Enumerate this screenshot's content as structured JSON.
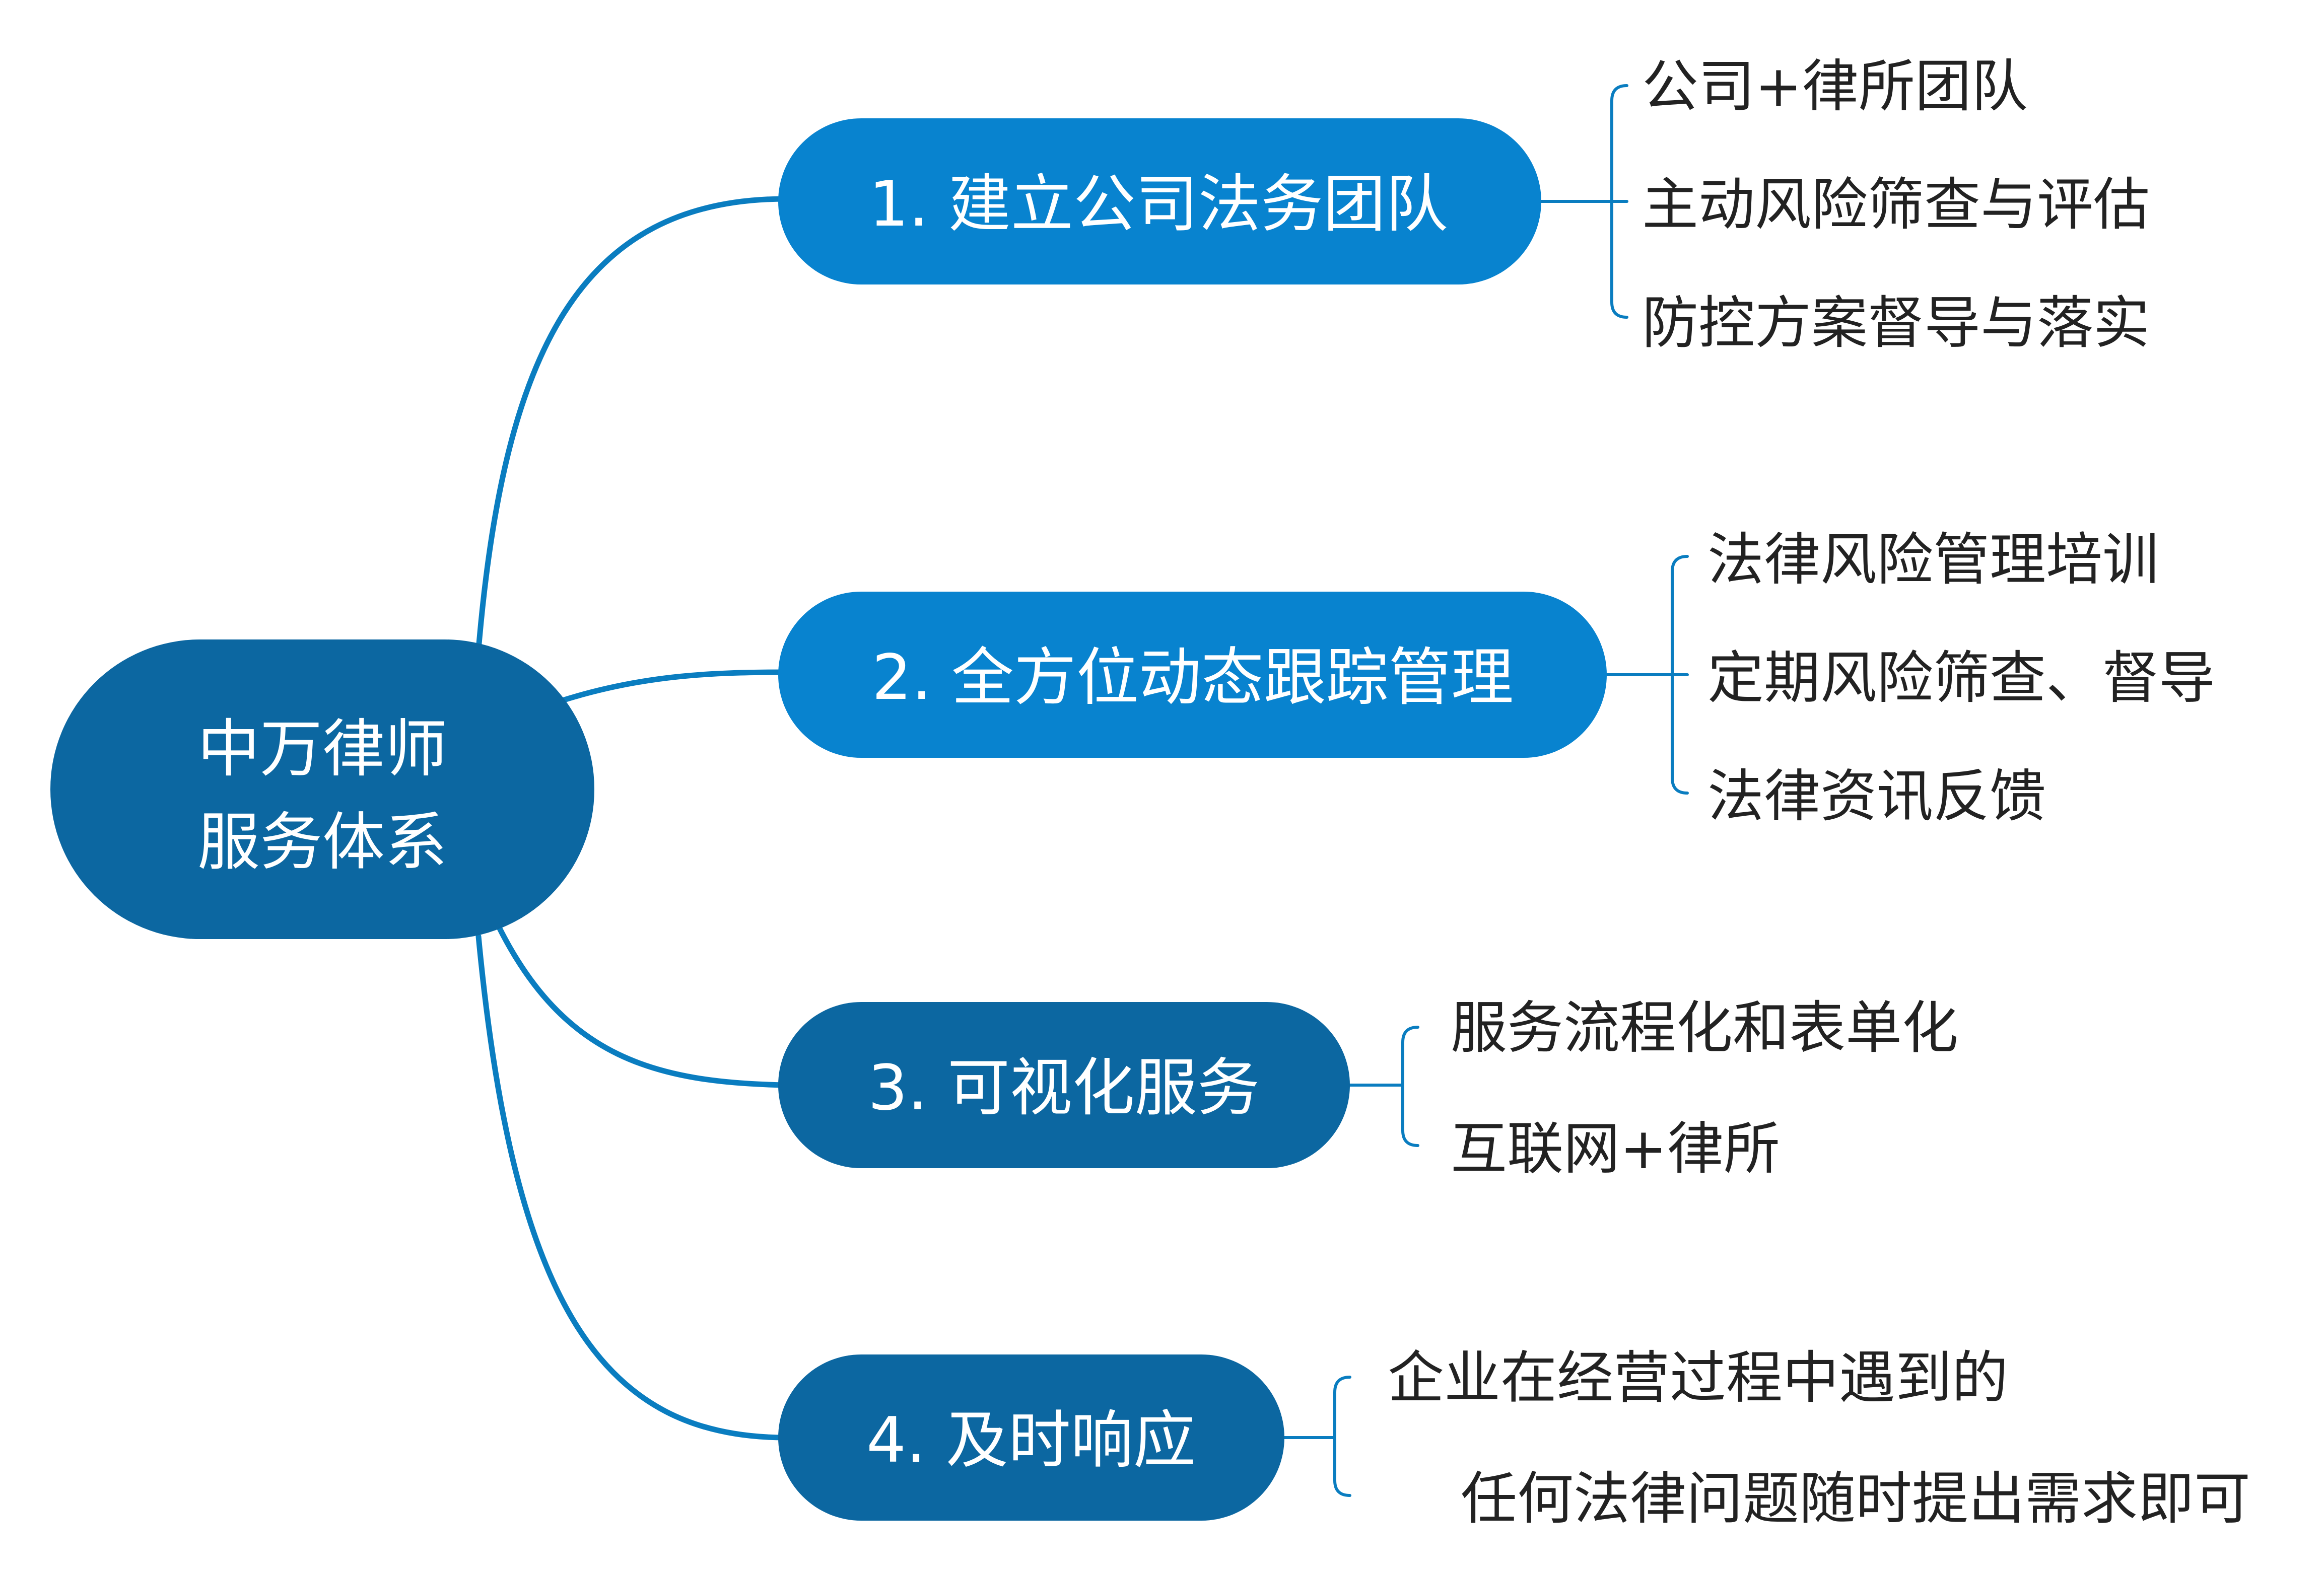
{
  "root": {
    "lines": [
      "中万律师",
      "服务体系"
    ],
    "color": "#0c67a1"
  },
  "colors": {
    "branch_fill": "#0883cf",
    "line": "#0a7dc0",
    "leaf_text": "#222222"
  },
  "branches": [
    {
      "label": "1. 建立公司法务团队",
      "leaves": [
        "公司+律所团队",
        "主动风险筛查与评估",
        "防控方案督导与落实"
      ]
    },
    {
      "label": "2. 全方位动态跟踪管理",
      "leaves": [
        "法律风险管理培训",
        "定期风险筛查、督导",
        "法律资讯反馈"
      ]
    },
    {
      "label": "3. 可视化服务",
      "leaves": [
        "服务流程化和表单化",
        "互联网+律所"
      ]
    },
    {
      "label": "4. 及时响应",
      "leaves": [
        "企业在经营过程中遇到的",
        "任何法律问题随时提出需求即可"
      ]
    }
  ]
}
